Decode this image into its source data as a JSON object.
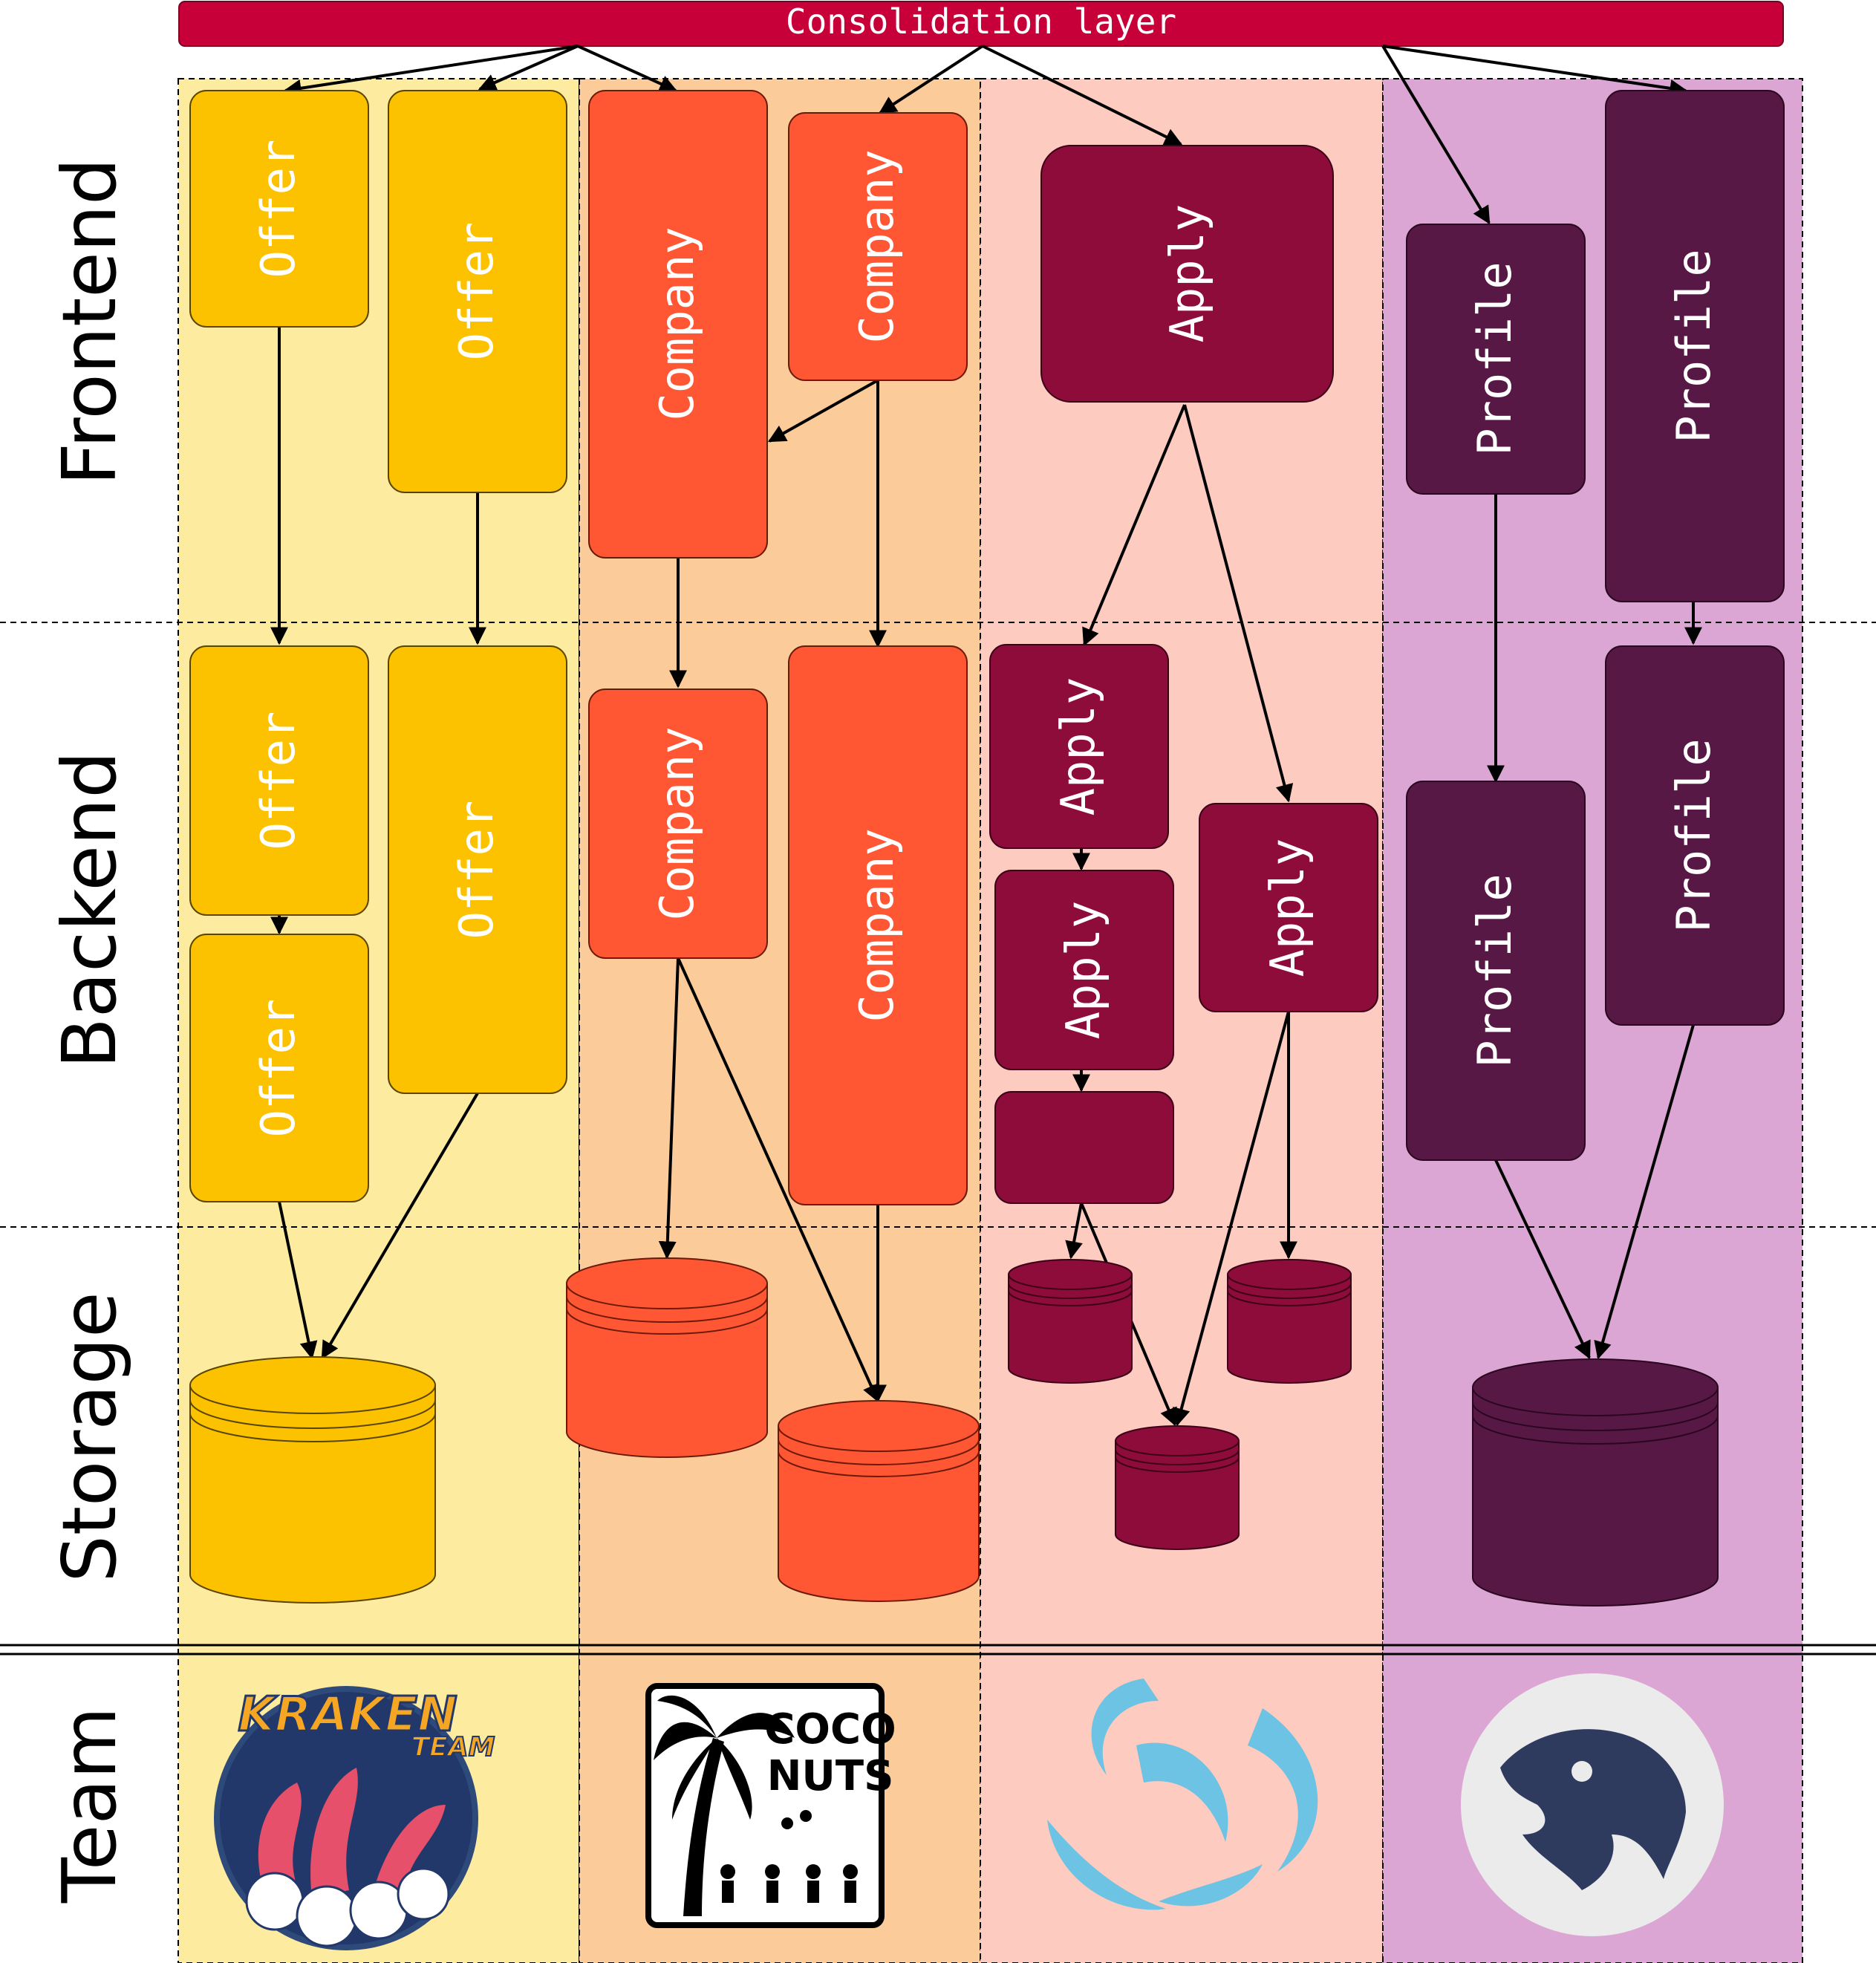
{
  "consolidation_label": "Consolidation layer",
  "rows": {
    "frontend": "Frontend",
    "backend": "Backend",
    "storage": "Storage",
    "team": "Team"
  },
  "colors": {
    "yellow_bg": "#fdeba0",
    "yellow_box": "#fcc200",
    "orange_bg": "#fccb9a",
    "orange_box": "#ff5733",
    "pink_bg": "#fdcbbf",
    "crimson_box": "#8e0c3a",
    "purple_bg": "#dca6d4",
    "purple_box": "#581845",
    "consolidation": "#c70039"
  },
  "labels": {
    "offer": "Offer",
    "company": "Company",
    "apply": "Apply",
    "profile": "Profile"
  },
  "teams": {
    "kraken_line1": "KRAKEN",
    "kraken_line2": "TEAM",
    "coconuts_line1": "COCO",
    "coconuts_line2": "NUTS",
    "wave_icon": "wave-logo-icon",
    "eagle_icon": "eagle-logo-icon"
  }
}
